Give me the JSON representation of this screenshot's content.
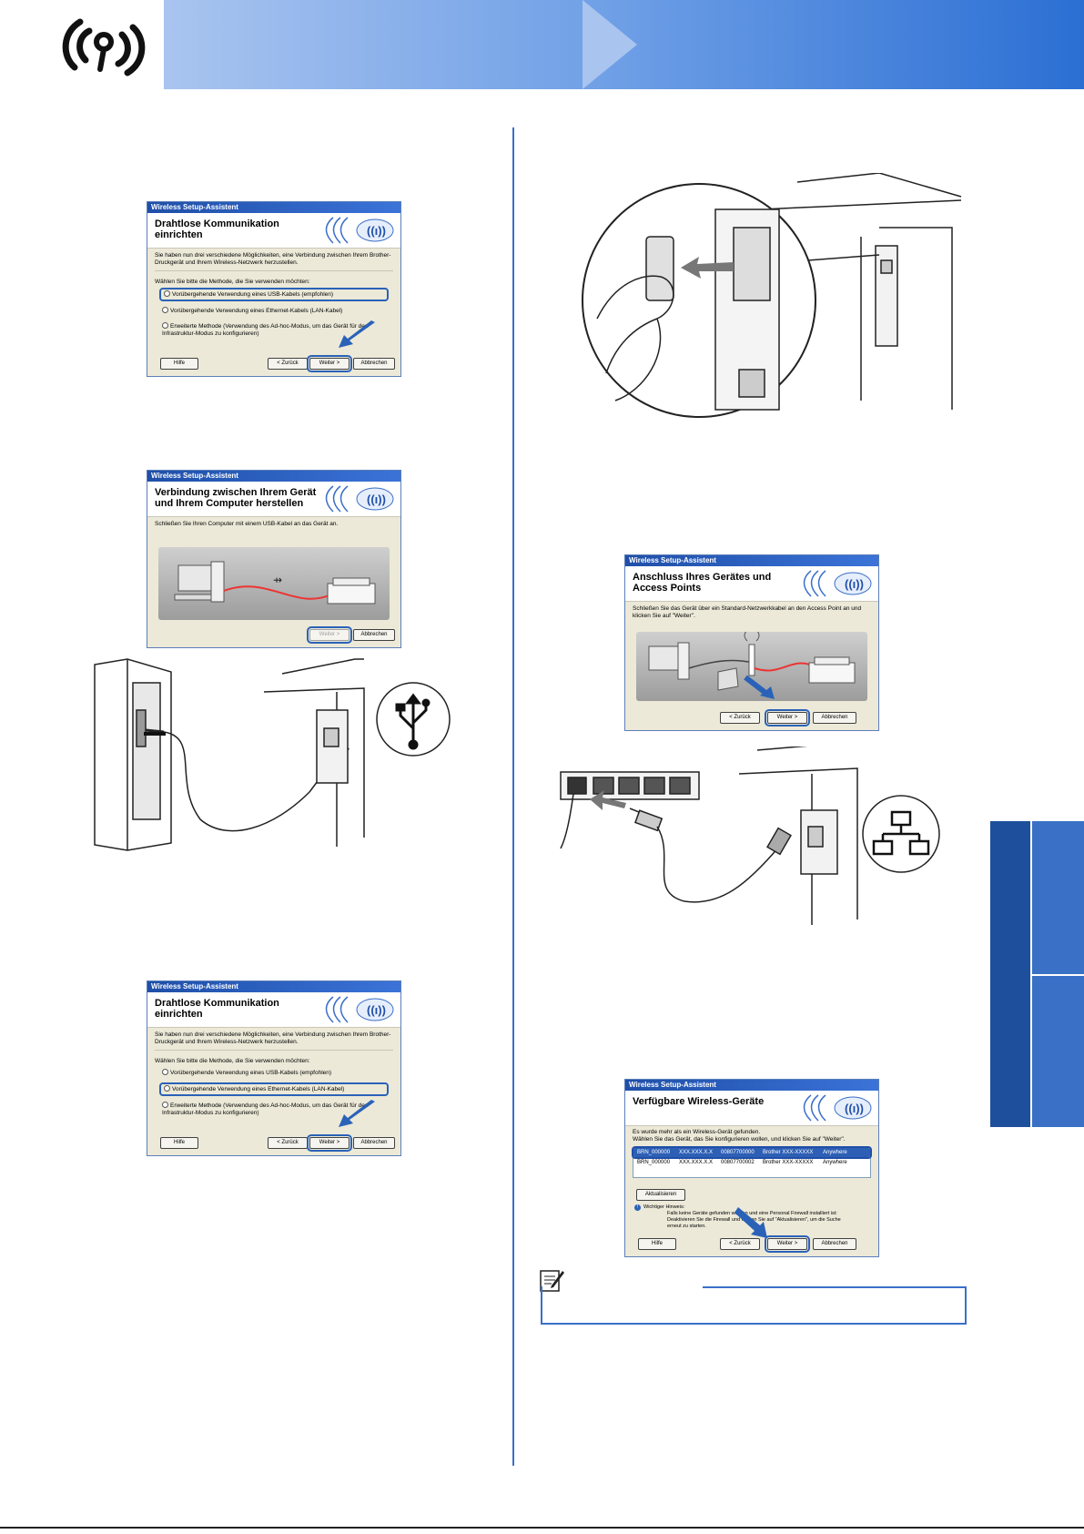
{
  "dialog1": {
    "window_title": "Wireless Setup-Assistent",
    "heading": "Drahtlose Kommunikation einrichten",
    "intro": "Sie haben nun drei verschiedene Möglichkeiten, eine Verbindung zwischen Ihrem Brother-Druckgerät und Ihrem Wireless-Netzwerk herzustellen.",
    "prompt": "Wählen Sie bitte die Methode, die Sie verwenden möchten:",
    "options": [
      "Vorübergehende Verwendung eines USB-Kabels (empfohlen)",
      "Vorübergehende Verwendung eines Ethernet-Kabels (LAN-Kabel)",
      "Erweiterte Methode (Verwendung des Ad-hoc-Modus, um das Gerät für den Infrastruktur-Modus zu konfigurieren)"
    ],
    "buttons": {
      "help": "Hilfe",
      "back": "< Zurück",
      "next": "Weiter >",
      "cancel": "Abbrechen"
    }
  },
  "dialog2": {
    "window_title": "Wireless Setup-Assistent",
    "heading": "Verbindung zwischen Ihrem Gerät und Ihrem Computer herstellen",
    "intro": "Schließen Sie Ihren Computer mit einem USB-Kabel an das Gerät an.",
    "buttons": {
      "next": "Weiter >",
      "cancel": "Abbrechen"
    }
  },
  "dialog3": {
    "window_title": "Wireless Setup-Assistent",
    "heading": "Drahtlose Kommunikation einrichten",
    "intro": "Sie haben nun drei verschiedene Möglichkeiten, eine Verbindung zwischen Ihrem Brother-Druckgerät und Ihrem Wireless-Netzwerk herzustellen.",
    "prompt": "Wählen Sie bitte die Methode, die Sie verwenden möchten:",
    "options": [
      "Vorübergehende Verwendung eines USB-Kabels (empfohlen)",
      "Vorübergehende Verwendung eines Ethernet-Kabels (LAN-Kabel)",
      "Erweiterte Methode (Verwendung des Ad-hoc-Modus, um das Gerät für den Infrastruktur-Modus zu konfigurieren)"
    ],
    "buttons": {
      "help": "Hilfe",
      "back": "< Zurück",
      "next": "Weiter >",
      "cancel": "Abbrechen"
    }
  },
  "dialog4": {
    "window_title": "Wireless Setup-Assistent",
    "heading": "Anschluss Ihres Gerätes und Access Points",
    "intro": "Schließen Sie das Gerät über ein Standard-Netzwerkkabel an den Access Point an und klicken Sie auf \"Weiter\".",
    "buttons": {
      "back": "< Zurück",
      "next": "Weiter >",
      "cancel": "Abbrechen"
    }
  },
  "dialog5": {
    "window_title": "Wireless Setup-Assistent",
    "heading": "Verfügbare Wireless-Geräte",
    "intro1": "Es wurde mehr als ein Wireless-Gerät gefunden.",
    "intro2": "Wählen Sie das Gerät, das Sie konfigurieren wollen, und klicken Sie auf \"Weiter\".",
    "rows": [
      {
        "name": "BRN_000000",
        "ip": "XXX.XXX.X.X",
        "mac": "00807700000",
        "model": "Brother XXX-XXXXX",
        "location": "Anywhere"
      },
      {
        "name": "BRN_000000",
        "ip": "XXX.XXX.X.X",
        "mac": "00807700002",
        "model": "Brother XXX-XXXXX",
        "location": "Anywhere"
      }
    ],
    "refresh_label": "Aktualisieren",
    "notice_title": "Wichtiger Hinweis:",
    "notice_text": "Falls keine Geräte gefunden wurden und eine Personal Firewall installiert ist: Deaktivieren Sie die Firewall und klicken Sie auf \"Aktualisieren\", um die Suche erneut zu starten.",
    "buttons": {
      "help": "Hilfe",
      "back": "< Zurück",
      "next": "Weiter >",
      "cancel": "Abbrechen"
    }
  },
  "colors": {
    "accent": "#3a6fc8",
    "header_light": "#a9c4ef",
    "header_dark": "#2b6fd3",
    "tab_dark": "#1e4f9c"
  },
  "icons": [
    "wireless-logo-icon",
    "usb-icon",
    "network-icon",
    "note-pencil-icon",
    "arrow-icon"
  ]
}
